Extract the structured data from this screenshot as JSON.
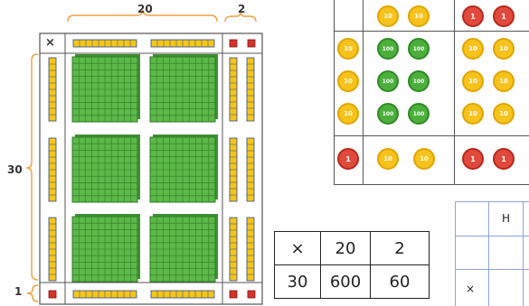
{
  "base_ten_model": {
    "top_brace_labels": [
      "20",
      "2"
    ],
    "side_brace_labels": [
      "30",
      "1"
    ],
    "corner_symbol": "×",
    "colors": {
      "hundred": "#5cb848",
      "ten": "#f5c518",
      "one": "#d7322a",
      "brace": "#f0a040"
    }
  },
  "counter_grid": {
    "header_row": [
      "10",
      "10",
      "1",
      "1"
    ],
    "row_headers": [
      "10",
      "10",
      "10",
      "1"
    ],
    "cells": [
      [
        "100",
        "100",
        "10",
        "10"
      ],
      [
        "100",
        "100",
        "10",
        "10"
      ],
      [
        "100",
        "100",
        "10",
        "10"
      ],
      [
        "10",
        "10",
        "1",
        "1"
      ]
    ],
    "colors": {
      "100": "green",
      "10": "yellow",
      "1": "red"
    }
  },
  "multiplication_table": {
    "header": [
      "×",
      "20",
      "2"
    ],
    "rows": [
      [
        "30",
        "600",
        "60"
      ]
    ]
  },
  "place_value_grid": {
    "header_label": "H",
    "corner_symbol": "×"
  }
}
